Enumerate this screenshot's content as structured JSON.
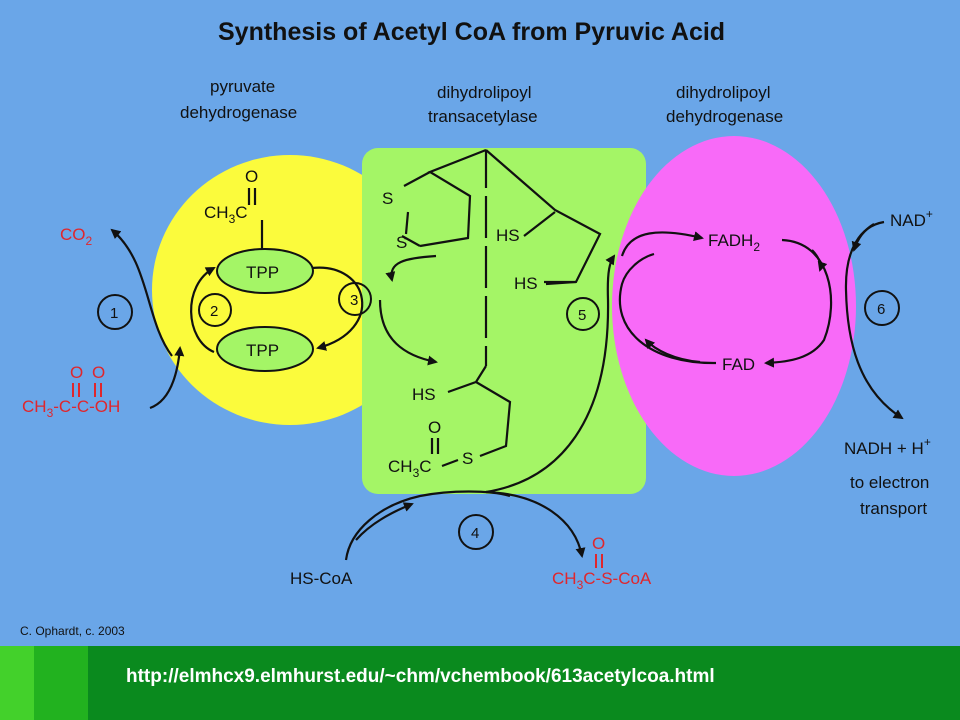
{
  "title": "Synthesis of Acetyl CoA from Pyruvic Acid",
  "enzymes": {
    "e1": [
      "pyruvate",
      "dehydrogenase"
    ],
    "e2": [
      "dihydrolipoyl",
      "transacetylase"
    ],
    "e3": [
      "dihydrolipoyl",
      "dehydrogenase"
    ]
  },
  "steps": [
    "1",
    "2",
    "3",
    "4",
    "5",
    "6"
  ],
  "labels": {
    "tpp": "TPP",
    "co2": "CO",
    "co2_sub": "2",
    "pyruvate_main": "CH",
    "pyruvate_sub": "3",
    "pyruvate_rest": "-C-C-OH",
    "o": "O",
    "acyl_main": "CH",
    "acyl_sub": "3",
    "acyl_rest": "C",
    "s": "S",
    "hs": "HS",
    "fadh2_main": "FADH",
    "fadh2_sub": "2",
    "fad": "FAD",
    "nad": "NAD",
    "nad_sup": "+",
    "nadh_main": "NADH + H",
    "nadh_sup": "+",
    "electron_1": "to electron",
    "electron_2": "transport",
    "hscoa": "HS-CoA",
    "acetylcoa_main": "CH",
    "acetylcoa_sub": "3",
    "acetylcoa_rest": "C-S-CoA"
  },
  "credit": "C. Ophardt, c. 2003",
  "url": "http://elmhcx9.elmhurst.edu/~chm/vchembook/613acetylcoa.html",
  "colors": {
    "background": "#6aa6e8",
    "e1": "#fbfb3c",
    "e2": "#a4f566",
    "e3": "#f86af8",
    "red_text": "#e0262c",
    "footer": "#0a8a1e"
  }
}
